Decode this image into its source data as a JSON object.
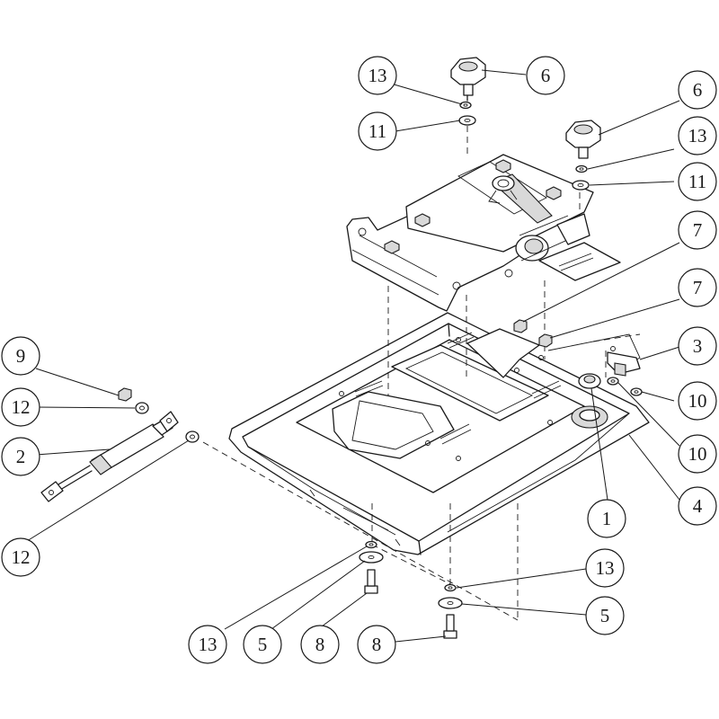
{
  "diagram": {
    "callouts": [
      {
        "id": "c-13-top",
        "label": "13"
      },
      {
        "id": "c-6-top",
        "label": "6"
      },
      {
        "id": "c-11-top",
        "label": "11"
      },
      {
        "id": "c-6-right",
        "label": "6"
      },
      {
        "id": "c-13-right",
        "label": "13"
      },
      {
        "id": "c-11-right",
        "label": "11"
      },
      {
        "id": "c-7-upper",
        "label": "7"
      },
      {
        "id": "c-7-lower",
        "label": "7"
      },
      {
        "id": "c-3",
        "label": "3"
      },
      {
        "id": "c-10-upper",
        "label": "10"
      },
      {
        "id": "c-10-lower",
        "label": "10"
      },
      {
        "id": "c-4",
        "label": "4"
      },
      {
        "id": "c-1",
        "label": "1"
      },
      {
        "id": "c-9",
        "label": "9"
      },
      {
        "id": "c-12-upper",
        "label": "12"
      },
      {
        "id": "c-2",
        "label": "2"
      },
      {
        "id": "c-12-lower",
        "label": "12"
      },
      {
        "id": "c-13-bottom-right",
        "label": "13"
      },
      {
        "id": "c-5-right",
        "label": "5"
      },
      {
        "id": "c-8-right",
        "label": "8"
      },
      {
        "id": "c-13-bottom-left",
        "label": "13"
      },
      {
        "id": "c-5-left",
        "label": "5"
      },
      {
        "id": "c-8-left",
        "label": "8"
      }
    ]
  }
}
